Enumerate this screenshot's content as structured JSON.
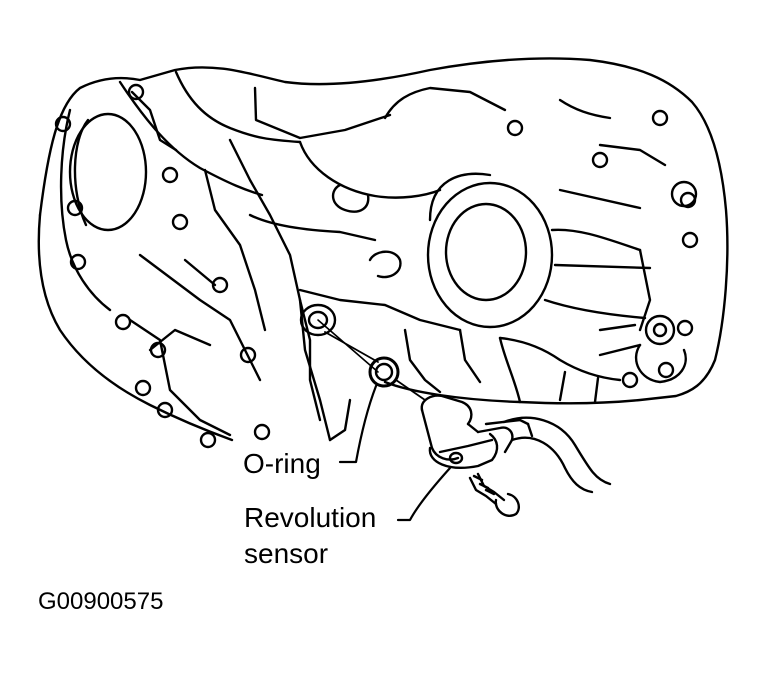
{
  "labels": {
    "oring": "O-ring",
    "revolution_line1": "Revolution",
    "revolution_line2": "sensor"
  },
  "figure_id": "G00900575",
  "colors": {
    "ink": "#000000",
    "paper": "#ffffff"
  }
}
